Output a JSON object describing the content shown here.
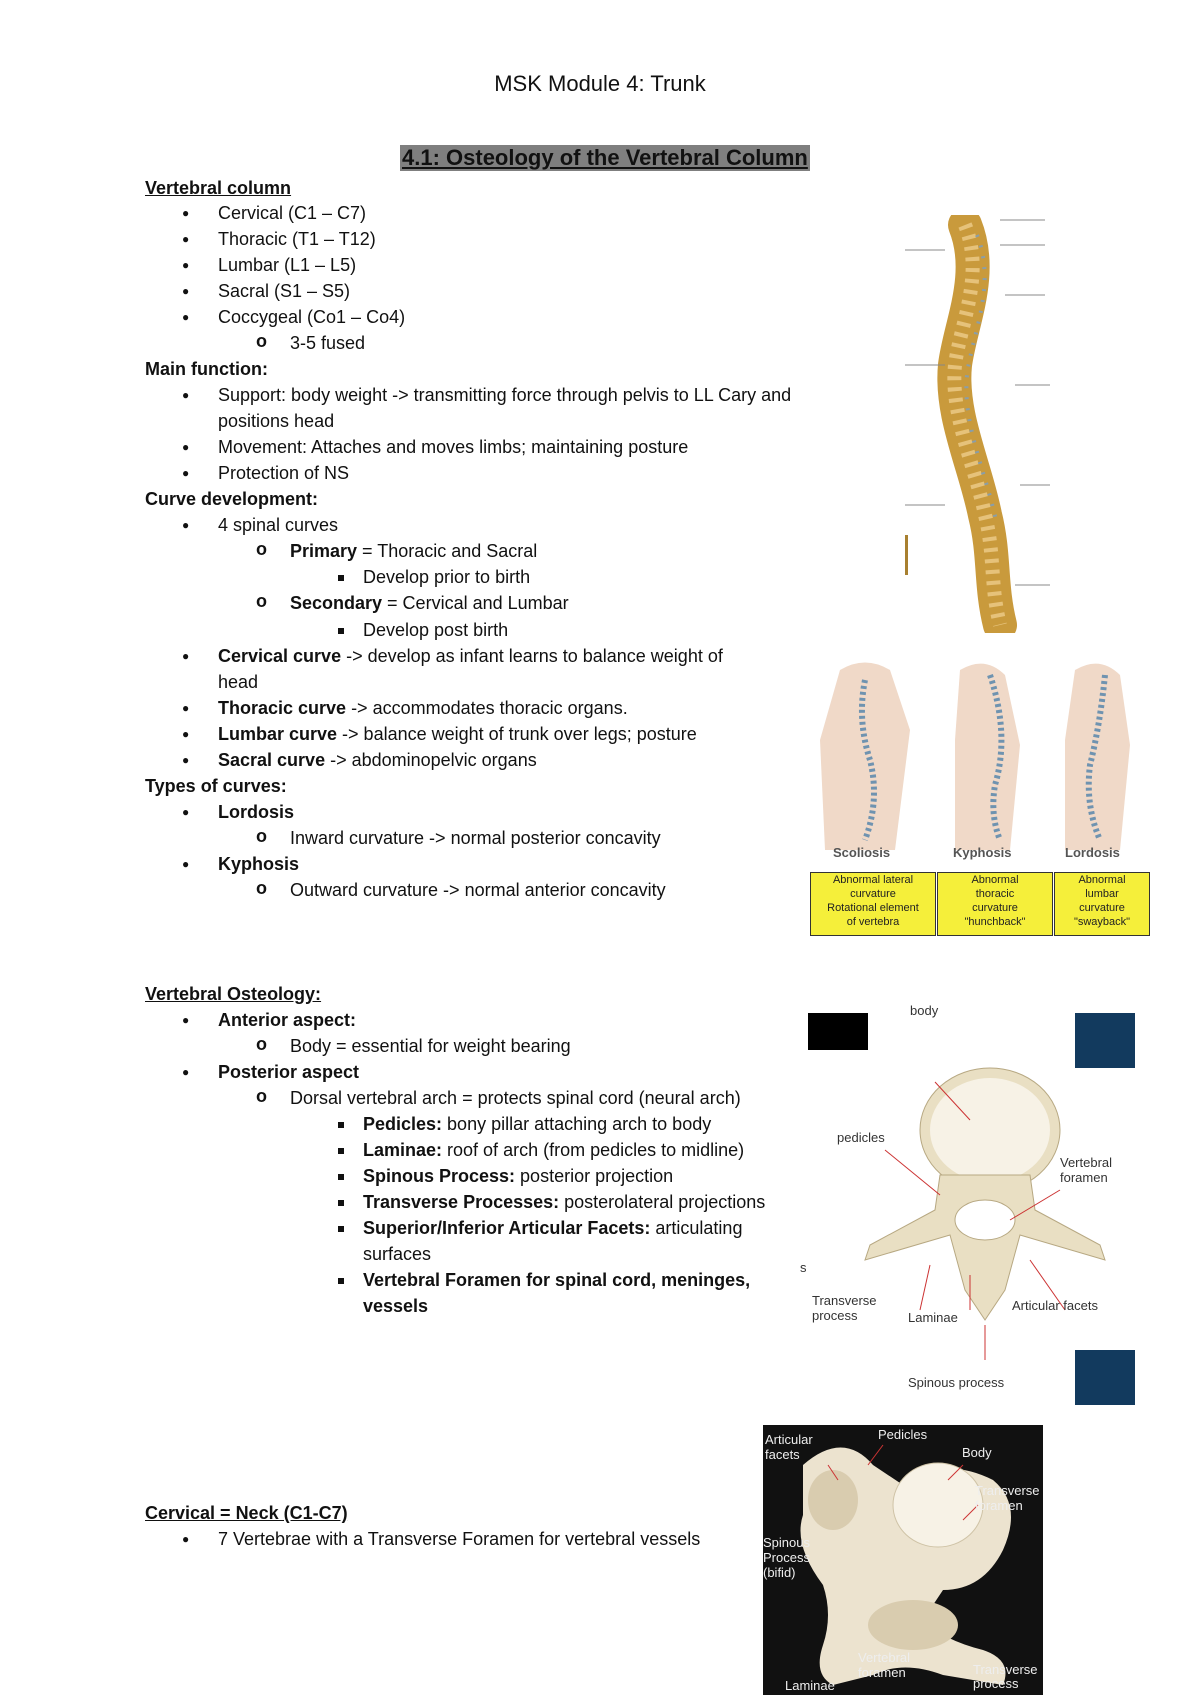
{
  "title": "MSK Module 4: Trunk",
  "section_title": "4.1: Osteology of the Vertebral Column",
  "vertebral_column": {
    "heading": "Vertebral column",
    "items": [
      "Cervical (C1 – C7)",
      "Thoracic (T1 – T12)",
      "Lumbar (L1 – L5)",
      "Sacral (S1 – S5)",
      "Coccygeal (Co1 – Co4)"
    ],
    "sub": "3-5 fused"
  },
  "main_function": {
    "heading": "Main function:",
    "support_line1": "Support: body weight -> transmitting force through pelvis to LL Cary and",
    "support_line2": "positions head",
    "movement": "Movement: Attaches and moves limbs; maintaining posture",
    "protection": "Protection of NS"
  },
  "curve_development": {
    "heading": "Curve development:",
    "spinal_curves": "4 spinal curves",
    "primary_bold": "Primary",
    "primary_rest": " = Thoracic and Sacral",
    "primary_sub": "Develop prior to birth",
    "secondary_bold": "Secondary",
    "secondary_rest": " = Cervical and Lumbar",
    "secondary_sub": "Develop post birth",
    "cervical_bold": "Cervical curve",
    "cervical_rest": " -> develop as infant learns to balance weight of",
    "cervical_line2": "head",
    "thoracic_bold": "Thoracic curve",
    "thoracic_rest": " -> accommodates thoracic organs.",
    "lumbar_bold": "Lumbar curve",
    "lumbar_rest": " -> balance weight of trunk over legs; posture",
    "sacral_bold": "Sacral curve",
    "sacral_rest": " -> abdominopelvic organs"
  },
  "types_of_curves": {
    "heading": "Types of curves:",
    "lordosis": "Lordosis",
    "lordosis_sub": "Inward curvature -> normal posterior concavity",
    "kyphosis": "Kyphosis",
    "kyphosis_sub": "Outward curvature -> normal anterior concavity"
  },
  "vertebral_osteology": {
    "heading": "Vertebral Osteology:",
    "anterior": "Anterior aspect:",
    "anterior_sub": "Body = essential for weight bearing",
    "posterior": "Posterior aspect",
    "posterior_sub": "Dorsal vertebral arch = protects spinal cord (neural arch)",
    "pedicles_bold": "Pedicles:",
    "pedicles_rest": " bony pillar attaching arch to body",
    "laminae_bold": "Laminae:",
    "laminae_rest": " roof of arch (from pedicles to midline)",
    "spinous_bold": "Spinous Process:",
    "spinous_rest": " posterior projection",
    "transverse_bold": "Transverse Processes:",
    "transverse_rest": " posterolateral projections",
    "articular_bold": "Superior/Inferior Articular Facets:",
    "articular_rest": " articulating",
    "articular_line2": "surfaces",
    "foramen_line1": "Vertebral Foramen for spinal cord, meninges,",
    "foramen_line2": "vessels"
  },
  "cervical": {
    "heading": "Cervical = Neck (C1-C7)",
    "item": "7 Vertebrae with a Transverse Foramen for vertebral vessels"
  },
  "curvature_figure": {
    "headers": [
      "Scoliosis",
      "Kyphosis",
      "Lordosis"
    ],
    "boxes": [
      "Abnormal lateral\ncurvature\nRotational element\nof vertebra",
      "Abnormal\nthoracic\ncurvature\n\"hunchback\"",
      "Abnormal\nlumbar\ncurvature\n\"swayback\""
    ]
  },
  "vertebra_figure": {
    "labels": {
      "body": "body",
      "pedicles": "pedicles",
      "foramen": "Vertebral\nforamen",
      "transverse": "Transverse\nprocess",
      "laminae": "Laminae",
      "articular": "Articular facets",
      "spinous": "Spinous process"
    },
    "side_mark": "s",
    "accent_color": "#123a5e"
  },
  "cervical_figure": {
    "labels": {
      "articular": "Articular\nfacets",
      "pedicles": "Pedicles",
      "body": "Body",
      "transverse_foramen": "Transverse\nforamen",
      "spinous": "Spinous\nProcess\n(bifid)",
      "vertebral_foramen": "Vertebral\nforamen",
      "laminae": "Laminae",
      "transverse_process": "Transverse\nprocess"
    }
  }
}
